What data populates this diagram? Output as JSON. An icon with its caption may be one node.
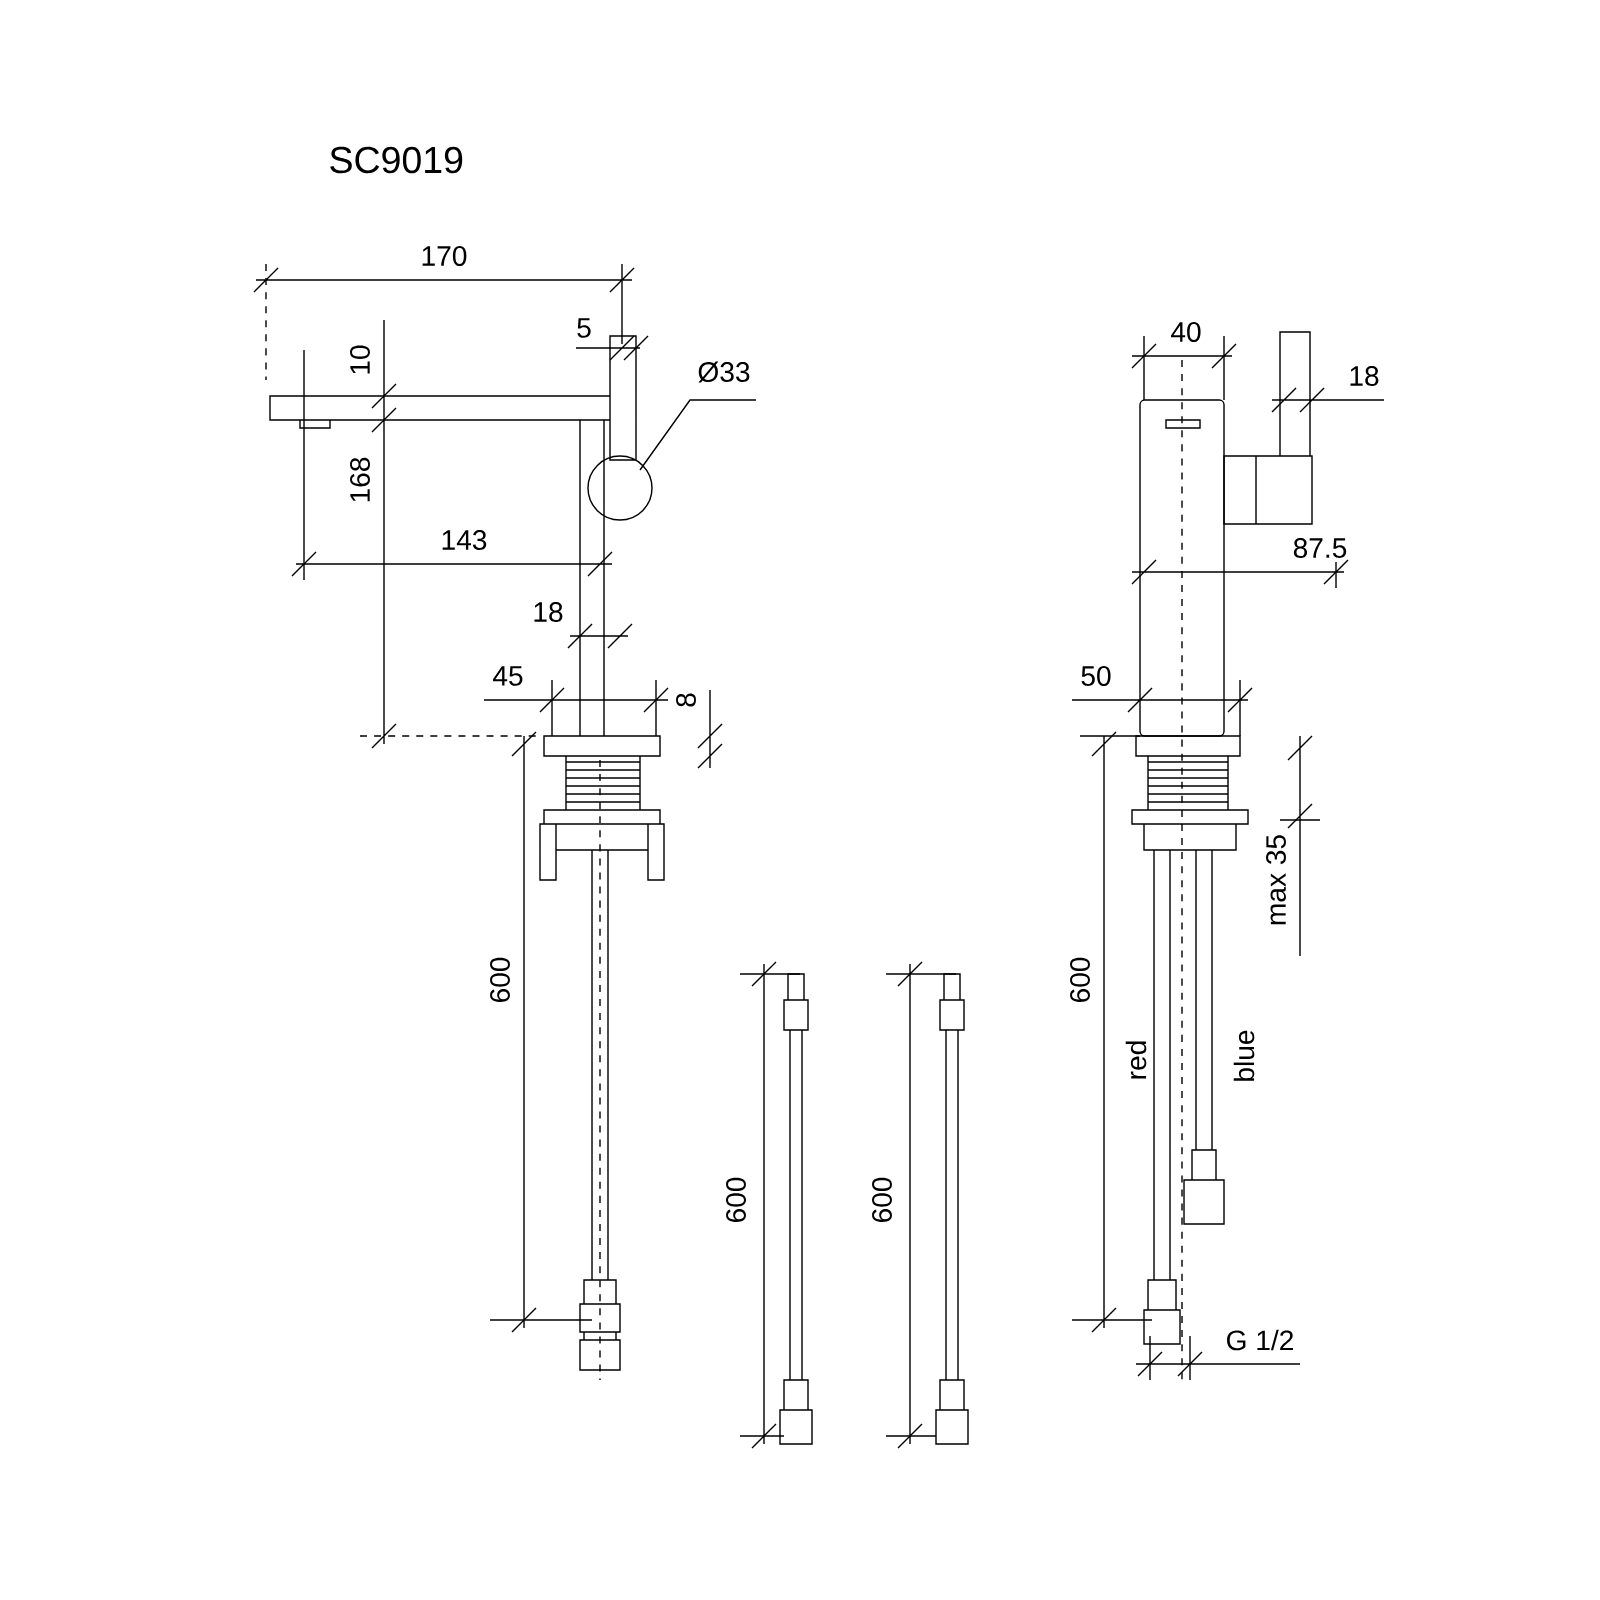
{
  "diagram": {
    "title": "SC9019",
    "labels": [
      "170",
      "10",
      "5",
      "Ø33",
      "168",
      "143",
      "18",
      "45",
      "8",
      "40",
      "18",
      "87.5",
      "50",
      "600",
      "max 35",
      "600",
      "red",
      "blue",
      "600",
      "600",
      "G 1/2"
    ]
  }
}
